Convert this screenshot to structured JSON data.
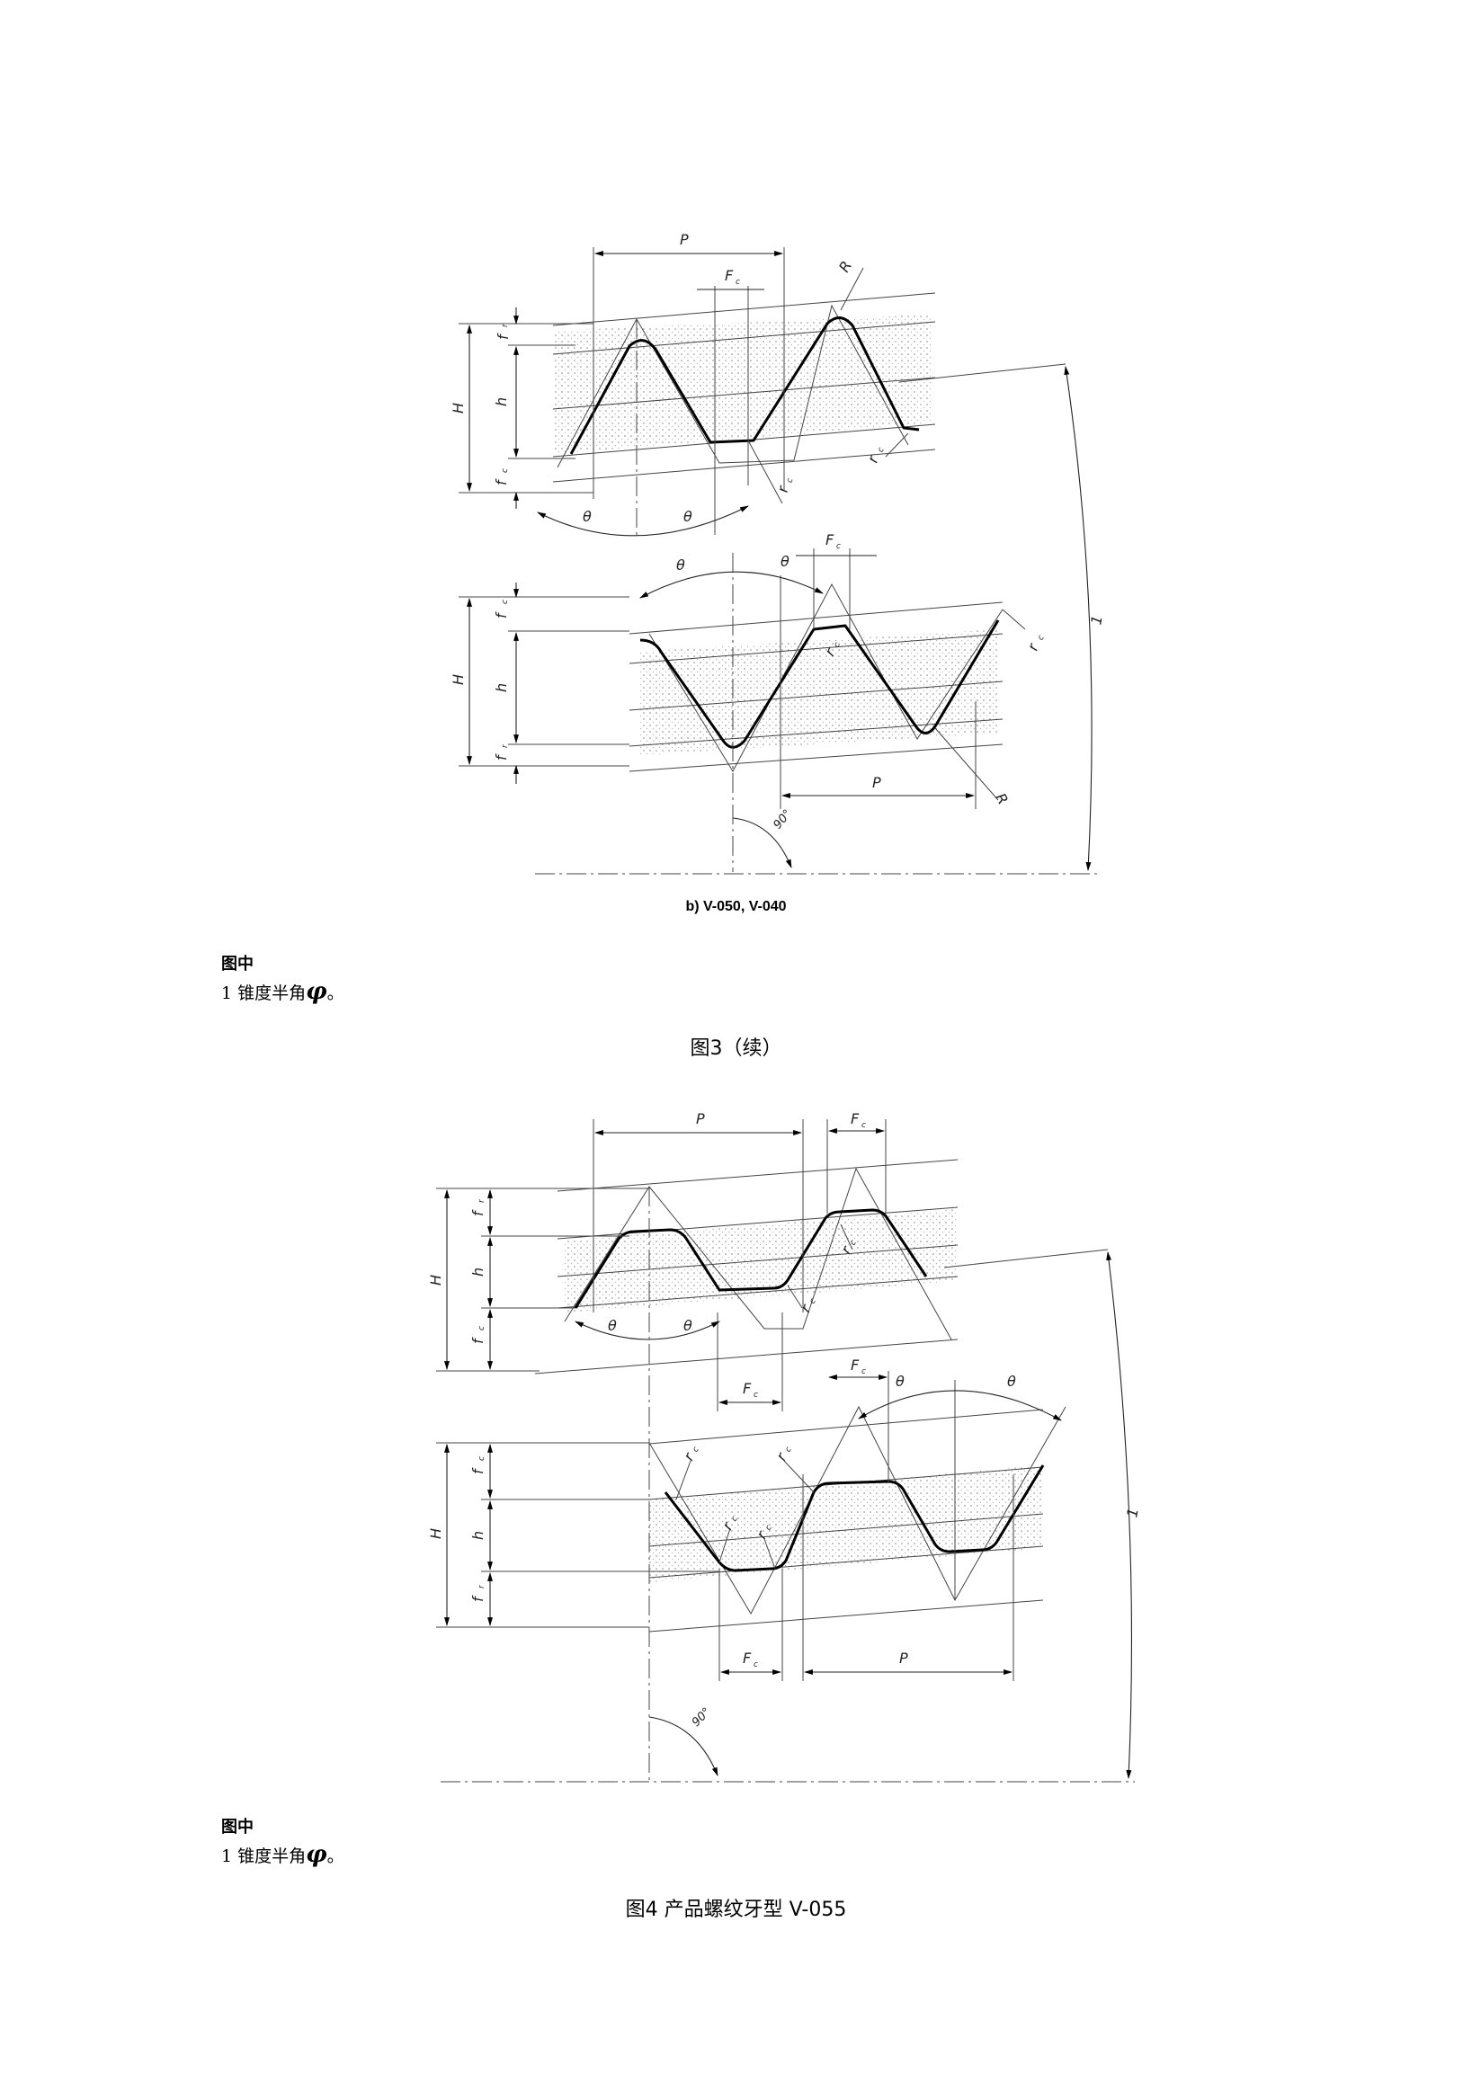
{
  "figure3b": {
    "labels": {
      "P_top": "P",
      "Fc_top": "F",
      "Fc_top_sub": "c",
      "R_top": "R",
      "H_top": "H",
      "fr_top": "f",
      "fr_top_sub": "r",
      "h_top": "h",
      "fc_top": "f",
      "fc_top_sub": "c",
      "theta_1": "θ",
      "theta_2": "θ",
      "rc_1": "r",
      "rc_1_sub": "c",
      "rc_2": "r",
      "rc_2_sub": "c",
      "theta_3": "θ",
      "theta_4": "θ",
      "Fc_bot": "F",
      "Fc_bot_sub": "c",
      "H_bot": "H",
      "fc_bot": "f",
      "fc_bot_sub": "c",
      "h_bot": "h",
      "fr_bot": "f",
      "fr_bot_sub": "r",
      "rc_3": "r",
      "rc_3_sub": "c",
      "rc_4": "r",
      "rc_4_sub": "c",
      "P_bot": "P",
      "R_bot": "R",
      "angle": "90°",
      "key_1": "1"
    },
    "caption": "b)   V-050, V-040"
  },
  "key1": {
    "heading": "图中",
    "item_prefix": "1  锥度半角",
    "phi": "φ",
    "item_suffix": "。"
  },
  "figure3_caption": "图3（续）",
  "figure4": {
    "labels": {
      "P_top": "P",
      "Fc_top": "F",
      "Fc_top_sub": "c",
      "H_top": "H",
      "fr_top": "f",
      "fr_top_sub": "r",
      "h_top": "h",
      "fc_top": "f",
      "fc_top_sub": "c",
      "rc_1": "r",
      "rc_1_sub": "c",
      "rc_2": "r",
      "rc_2_sub": "c",
      "theta_1": "θ",
      "theta_2": "θ",
      "Fc_mid": "F",
      "Fc_mid_sub": "c",
      "Fc_b": "F",
      "Fc_b_sub": "c",
      "theta_3": "θ",
      "theta_4": "θ",
      "H_bot": "H",
      "fc_bot": "f",
      "fc_bot_sub": "c",
      "h_bot": "h",
      "fr_bot": "f",
      "fr_bot_sub": "r",
      "rc_3": "r",
      "rc_3_sub": "c",
      "rc_4": "r",
      "rc_4_sub": "c",
      "rc_5": "r",
      "rc_5_sub": "c",
      "rc_6": "r",
      "rc_6_sub": "c",
      "Fc_bot": "F",
      "Fc_bot_sub": "c",
      "P_bot": "P",
      "angle": "90°",
      "key_1": "1"
    }
  },
  "key2": {
    "heading": "图中",
    "item_prefix": "1  锥度半角",
    "phi": "φ",
    "item_suffix": "。"
  },
  "figure4_caption": "图4   产品螺纹牙型 V-055"
}
